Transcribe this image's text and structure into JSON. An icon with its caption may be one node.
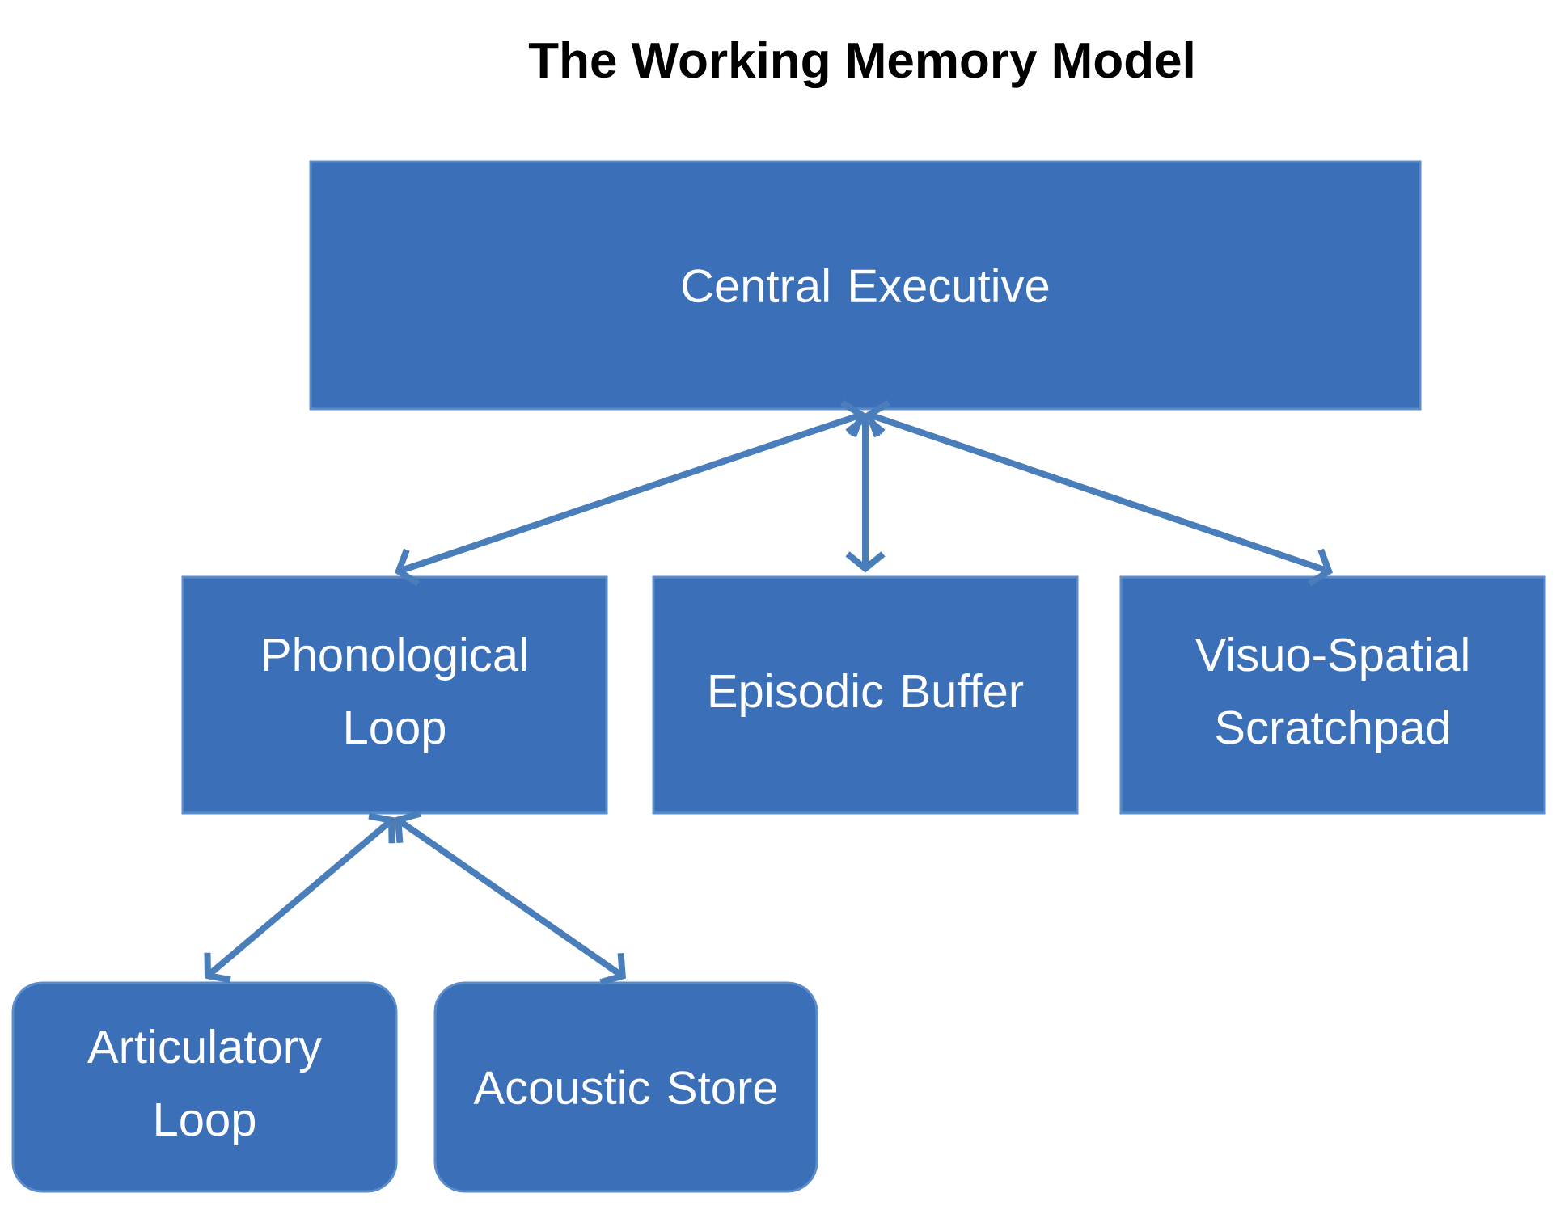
{
  "diagram": {
    "title": "The Working Memory Model",
    "nodes": [
      {
        "text": [
          "Central Executive"
        ]
      },
      {
        "text": [
          "Phonological Loop"
        ]
      },
      {
        "text": [
          "Episodic Buffer"
        ]
      },
      {
        "text": [
          "Visuo-Spatial Scratchpad"
        ]
      },
      {
        "text": [
          "Articulatory Loop"
        ]
      },
      {
        "text": [
          "Acoustic Store"
        ]
      }
    ],
    "edges": [
      {
        "from": 0,
        "to": 1,
        "arrow": "both"
      },
      {
        "from": 0,
        "to": 2,
        "arrow": "both"
      },
      {
        "from": 0,
        "to": 3,
        "arrow": "both"
      },
      {
        "from": 1,
        "to": 4,
        "arrow": "both"
      },
      {
        "from": 1,
        "to": 5,
        "arrow": "both"
      }
    ]
  }
}
